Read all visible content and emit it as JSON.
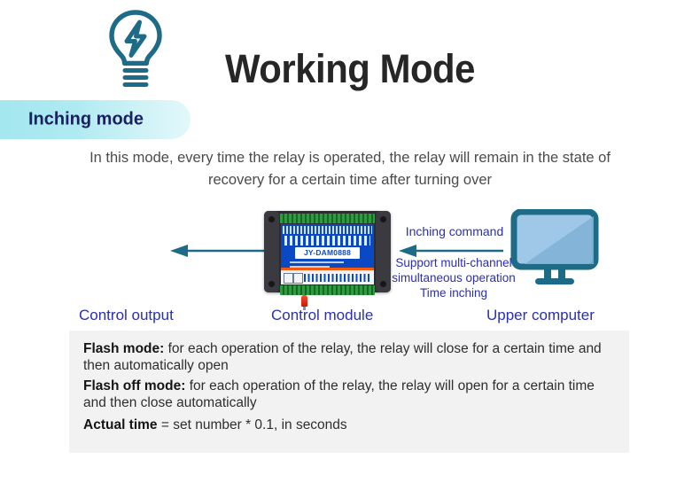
{
  "title": "Working Mode",
  "badge": {
    "label": "Inching mode"
  },
  "description": "In this mode, every time the relay is operated, the relay will remain in the state of recovery for a certain time after turning over",
  "diagram": {
    "output_node": {
      "caption": "Control output",
      "icon": "lightbulb-icon"
    },
    "module_node": {
      "caption": "Control module",
      "model": "JY-DAM0888",
      "icon": "relay-module-icon"
    },
    "computer_node": {
      "caption": "Upper computer",
      "icon": "monitor-icon"
    },
    "command_label": "Inching command",
    "command_features": "Support multi-channel simultaneous operation Time inching",
    "command_features_lines": [
      "Support multi-channel",
      "simultaneous operation",
      "Time inching"
    ],
    "arrow_output": "arrow-left-icon",
    "arrow_command": "arrow-left-icon"
  },
  "info": {
    "flash_mode_label": "Flash mode:",
    "flash_mode_text": " for each operation of the relay, the relay will close for a certain time and then automatically open",
    "flash_off_label": "Flash off mode:",
    "flash_off_text": " for each operation of the relay, the relay will open for a certain time and then close automatically",
    "actual_time_label": "Actual time",
    "actual_time_text": " = set number * 0.1, in seconds"
  },
  "colors": {
    "accent_teal": "#1d6b87",
    "label_blue": "#2b2fb0",
    "badge_cyan": "#a4e7ef",
    "pcb_blue": "#0b49c4",
    "terminal_green": "#1f7a31",
    "info_bg": "#f2f2f2",
    "title_black": "#262626"
  }
}
